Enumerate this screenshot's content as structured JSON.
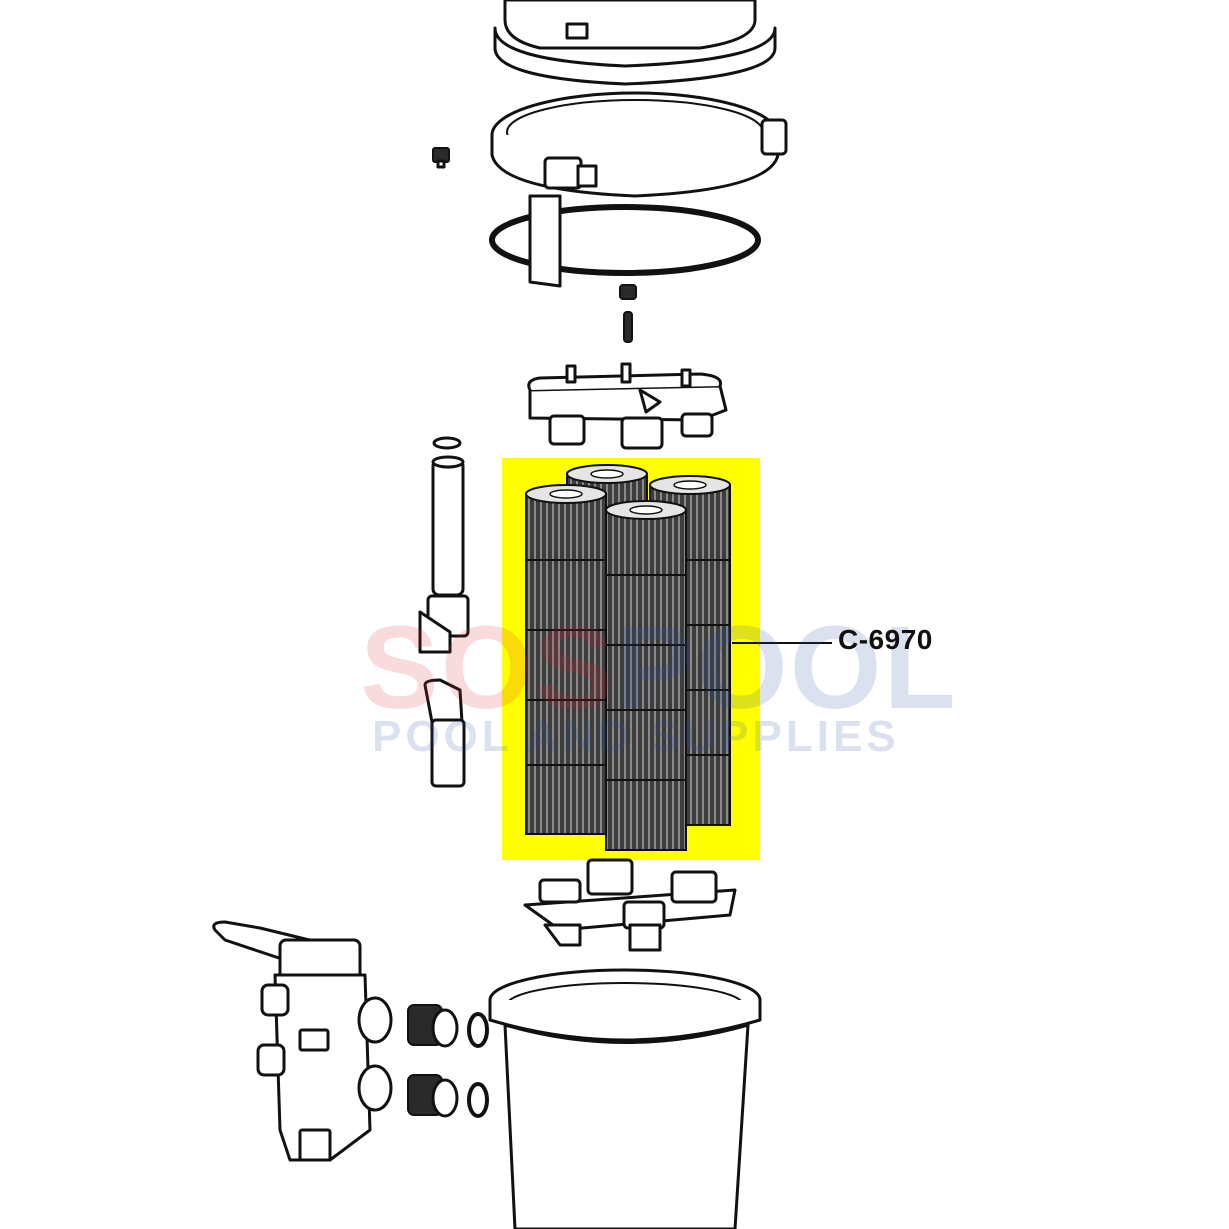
{
  "callout": {
    "label": "C-6970"
  },
  "watermark": {
    "brand_left": "SOS",
    "brand_right": "POOL",
    "tagline": "POOL AND SUPPLIES"
  },
  "colors": {
    "highlight": "#ffff00",
    "cartridge": "#3a3a3a",
    "line": "#111111"
  },
  "parts": [
    "filter-lid",
    "lock-ring",
    "lid-o-ring",
    "air-bleed-assembly",
    "top-manifold",
    "standpipe",
    "cartridge-set",
    "bottom-manifold",
    "multiport-valve",
    "union-fittings",
    "filter-tank"
  ]
}
